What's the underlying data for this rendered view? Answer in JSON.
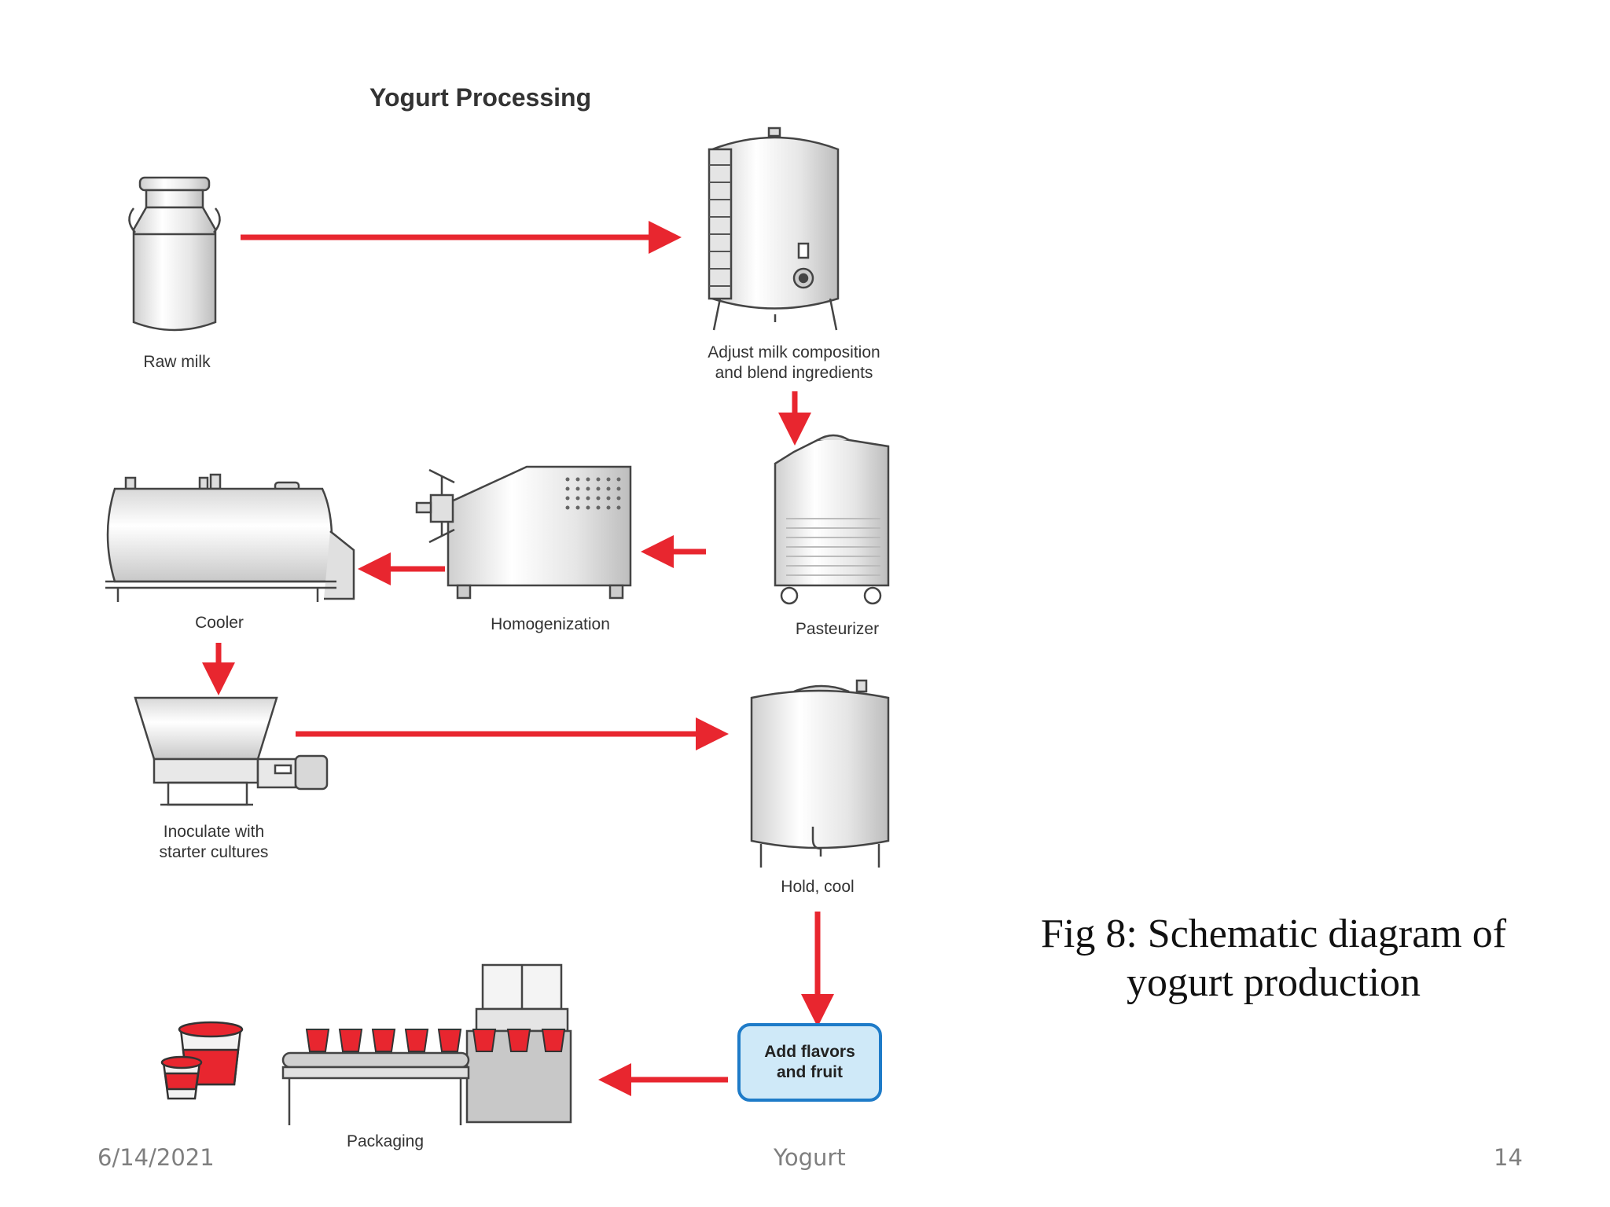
{
  "diagram": {
    "title": "Yogurt Processing",
    "steps": {
      "raw_milk": "Raw milk",
      "adjust": "Adjust milk composition\nand blend ingredients",
      "pasteurizer": "Pasteurizer",
      "homogenization": "Homogenization",
      "cooler": "Cooler",
      "inoculate": "Inoculate with\nstarter cultures",
      "hold_cool": "Hold, cool",
      "add_flavors": "Add flavors\nand fruit",
      "packaging": "Packaging"
    },
    "colors": {
      "arrow": "#e8262f",
      "box_border": "#1e7bc8",
      "box_fill": "#cfe9f8",
      "equipment_stroke": "#444444",
      "equipment_fill": "#e9e9e9"
    }
  },
  "caption": "Fig 8: Schematic diagram of yogurt production",
  "footer": {
    "date": "6/14/2021",
    "center": "Yogurt",
    "page": "14"
  }
}
